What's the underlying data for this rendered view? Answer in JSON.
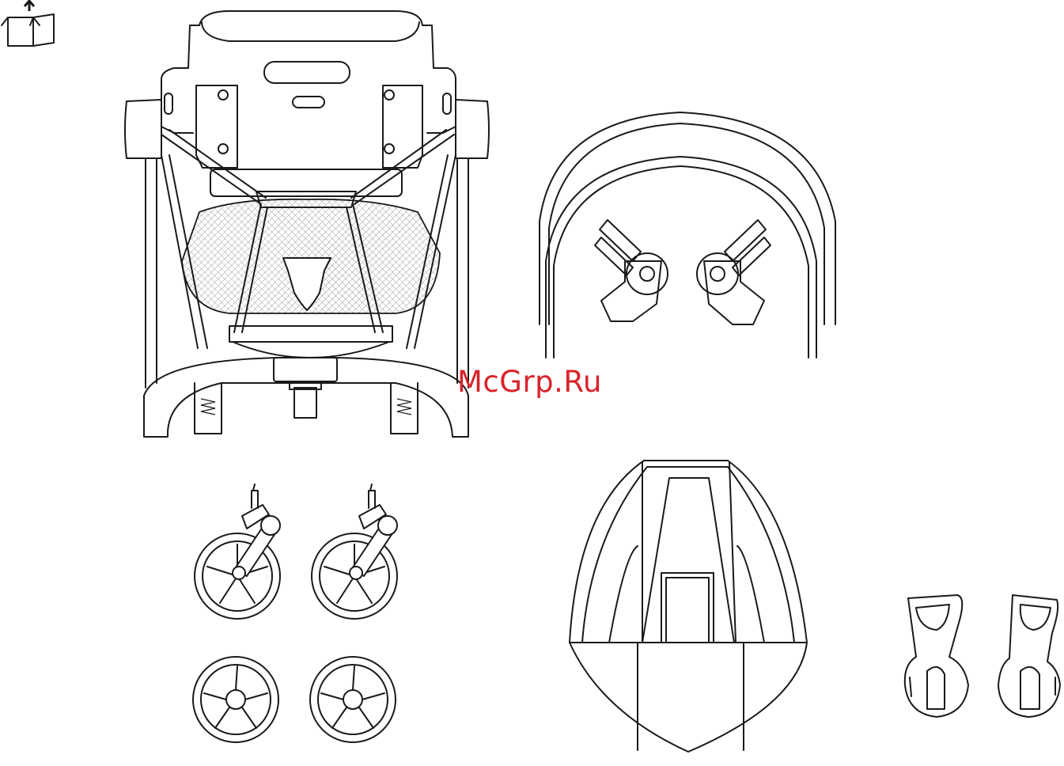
{
  "watermark": {
    "text": "McGrp.Ru",
    "color": "#d9232a"
  },
  "icons": {
    "unpack": "box-with-up-arrow-icon"
  },
  "parts": [
    "stroller-frame-rear",
    "canopy-frame",
    "canopy-adapters",
    "front-swivel-wheels",
    "rear-wheels",
    "rain-cover",
    "car-seat-adapters"
  ]
}
